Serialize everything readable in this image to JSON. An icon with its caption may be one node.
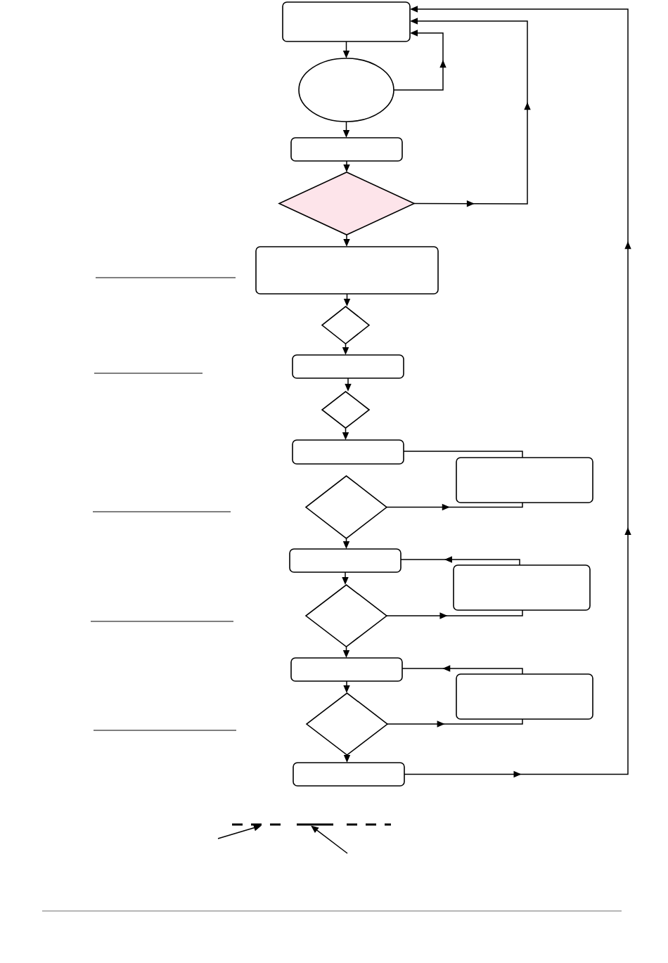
{
  "diagram": {
    "nodes": [
      {
        "text": [],
        "shape": "box"
      },
      {
        "text": [],
        "shape": "ellipse"
      },
      {
        "text": [],
        "shape": "box"
      },
      {
        "text": [],
        "shape": "diamond"
      },
      {
        "text": [],
        "shape": "box"
      },
      {
        "text": [],
        "shape": "diamond"
      },
      {
        "text": [],
        "shape": "box"
      },
      {
        "text": [],
        "shape": "diamond"
      },
      {
        "text": [],
        "shape": "box"
      },
      {
        "text": [],
        "shape": "box"
      },
      {
        "text": [],
        "shape": "diamond"
      },
      {
        "text": [],
        "shape": "box"
      },
      {
        "text": [],
        "shape": "box"
      },
      {
        "text": [],
        "shape": "diamond"
      },
      {
        "text": [],
        "shape": "box"
      },
      {
        "text": [],
        "shape": "box"
      },
      {
        "text": [],
        "shape": "diamond"
      },
      {
        "text": [],
        "shape": "box"
      },
      {
        "text": [],
        "shape": "line"
      },
      {
        "text": [],
        "shape": "line"
      }
    ],
    "edges": [
      {
        "from": 0,
        "to": 1,
        "arrow": "to"
      },
      {
        "from": 1,
        "to": 0,
        "arrow": "to"
      },
      {
        "from": 1,
        "to": 2,
        "arrow": "to"
      },
      {
        "from": 2,
        "to": 3,
        "arrow": "to"
      },
      {
        "from": 3,
        "to": 0,
        "arrow": "to"
      },
      {
        "from": 3,
        "to": 4,
        "arrow": "to"
      },
      {
        "from": 4,
        "to": 5,
        "arrow": "to"
      },
      {
        "from": 5,
        "to": 6,
        "arrow": "to"
      },
      {
        "from": 6,
        "to": 7,
        "arrow": "to"
      },
      {
        "from": 7,
        "to": 8,
        "arrow": "to"
      },
      {
        "from": 8,
        "to": 9,
        "arrow": "none"
      },
      {
        "from": 10,
        "to": 9,
        "arrow": "to"
      },
      {
        "from": 10,
        "to": 11,
        "arrow": "to"
      },
      {
        "from": 12,
        "to": 11,
        "arrow": "to"
      },
      {
        "from": 11,
        "to": 13,
        "arrow": "to"
      },
      {
        "from": 13,
        "to": 12,
        "arrow": "to"
      },
      {
        "from": 13,
        "to": 14,
        "arrow": "to"
      },
      {
        "from": 15,
        "to": 14,
        "arrow": "to"
      },
      {
        "from": 14,
        "to": 16,
        "arrow": "to"
      },
      {
        "from": 16,
        "to": 15,
        "arrow": "to"
      },
      {
        "from": 16,
        "to": 17,
        "arrow": "to"
      },
      {
        "from": 17,
        "to": 0,
        "arrow": "to"
      },
      {
        "from": null,
        "to": 18,
        "arrow": "to"
      },
      {
        "from": null,
        "to": 19,
        "arrow": "to"
      }
    ]
  }
}
